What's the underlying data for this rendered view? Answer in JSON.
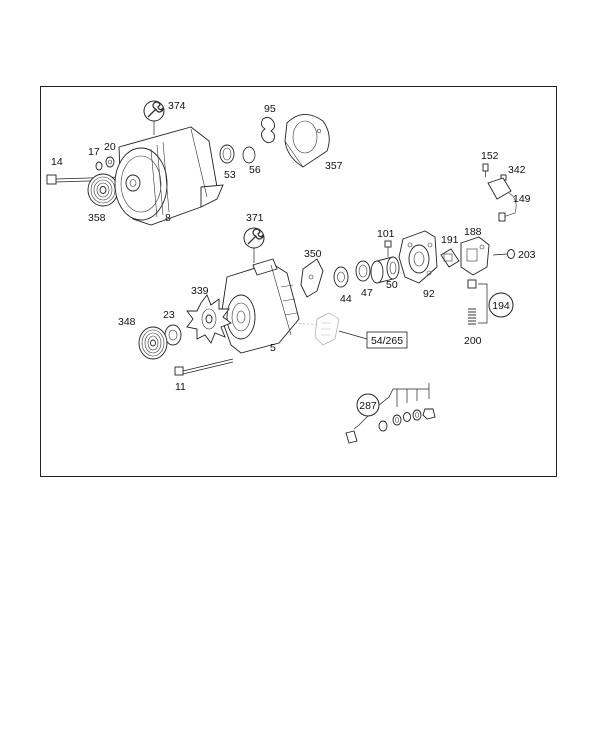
{
  "diagram": {
    "part_numbers": {
      "p14": "14",
      "p17": "17",
      "p20": "20",
      "p358": "358",
      "p8": "8",
      "p374": "374",
      "p95": "95",
      "p53": "53",
      "p56": "56",
      "p357": "357",
      "p152": "152",
      "p342": "342",
      "p149": "149",
      "p371": "371",
      "p350": "350",
      "p101": "101",
      "p191": "191",
      "p188": "188",
      "p203": "203",
      "p44": "44",
      "p47": "47",
      "p50": "50",
      "p92": "92",
      "p339": "339",
      "p348": "348",
      "p23": "23",
      "p5": "5",
      "p11": "11",
      "p54_265": "54/265",
      "p200": "200",
      "p194": "194",
      "p287": "287"
    },
    "icons": {
      "wrench_374": "wrench-icon",
      "wrench_371": "wrench-icon"
    }
  }
}
